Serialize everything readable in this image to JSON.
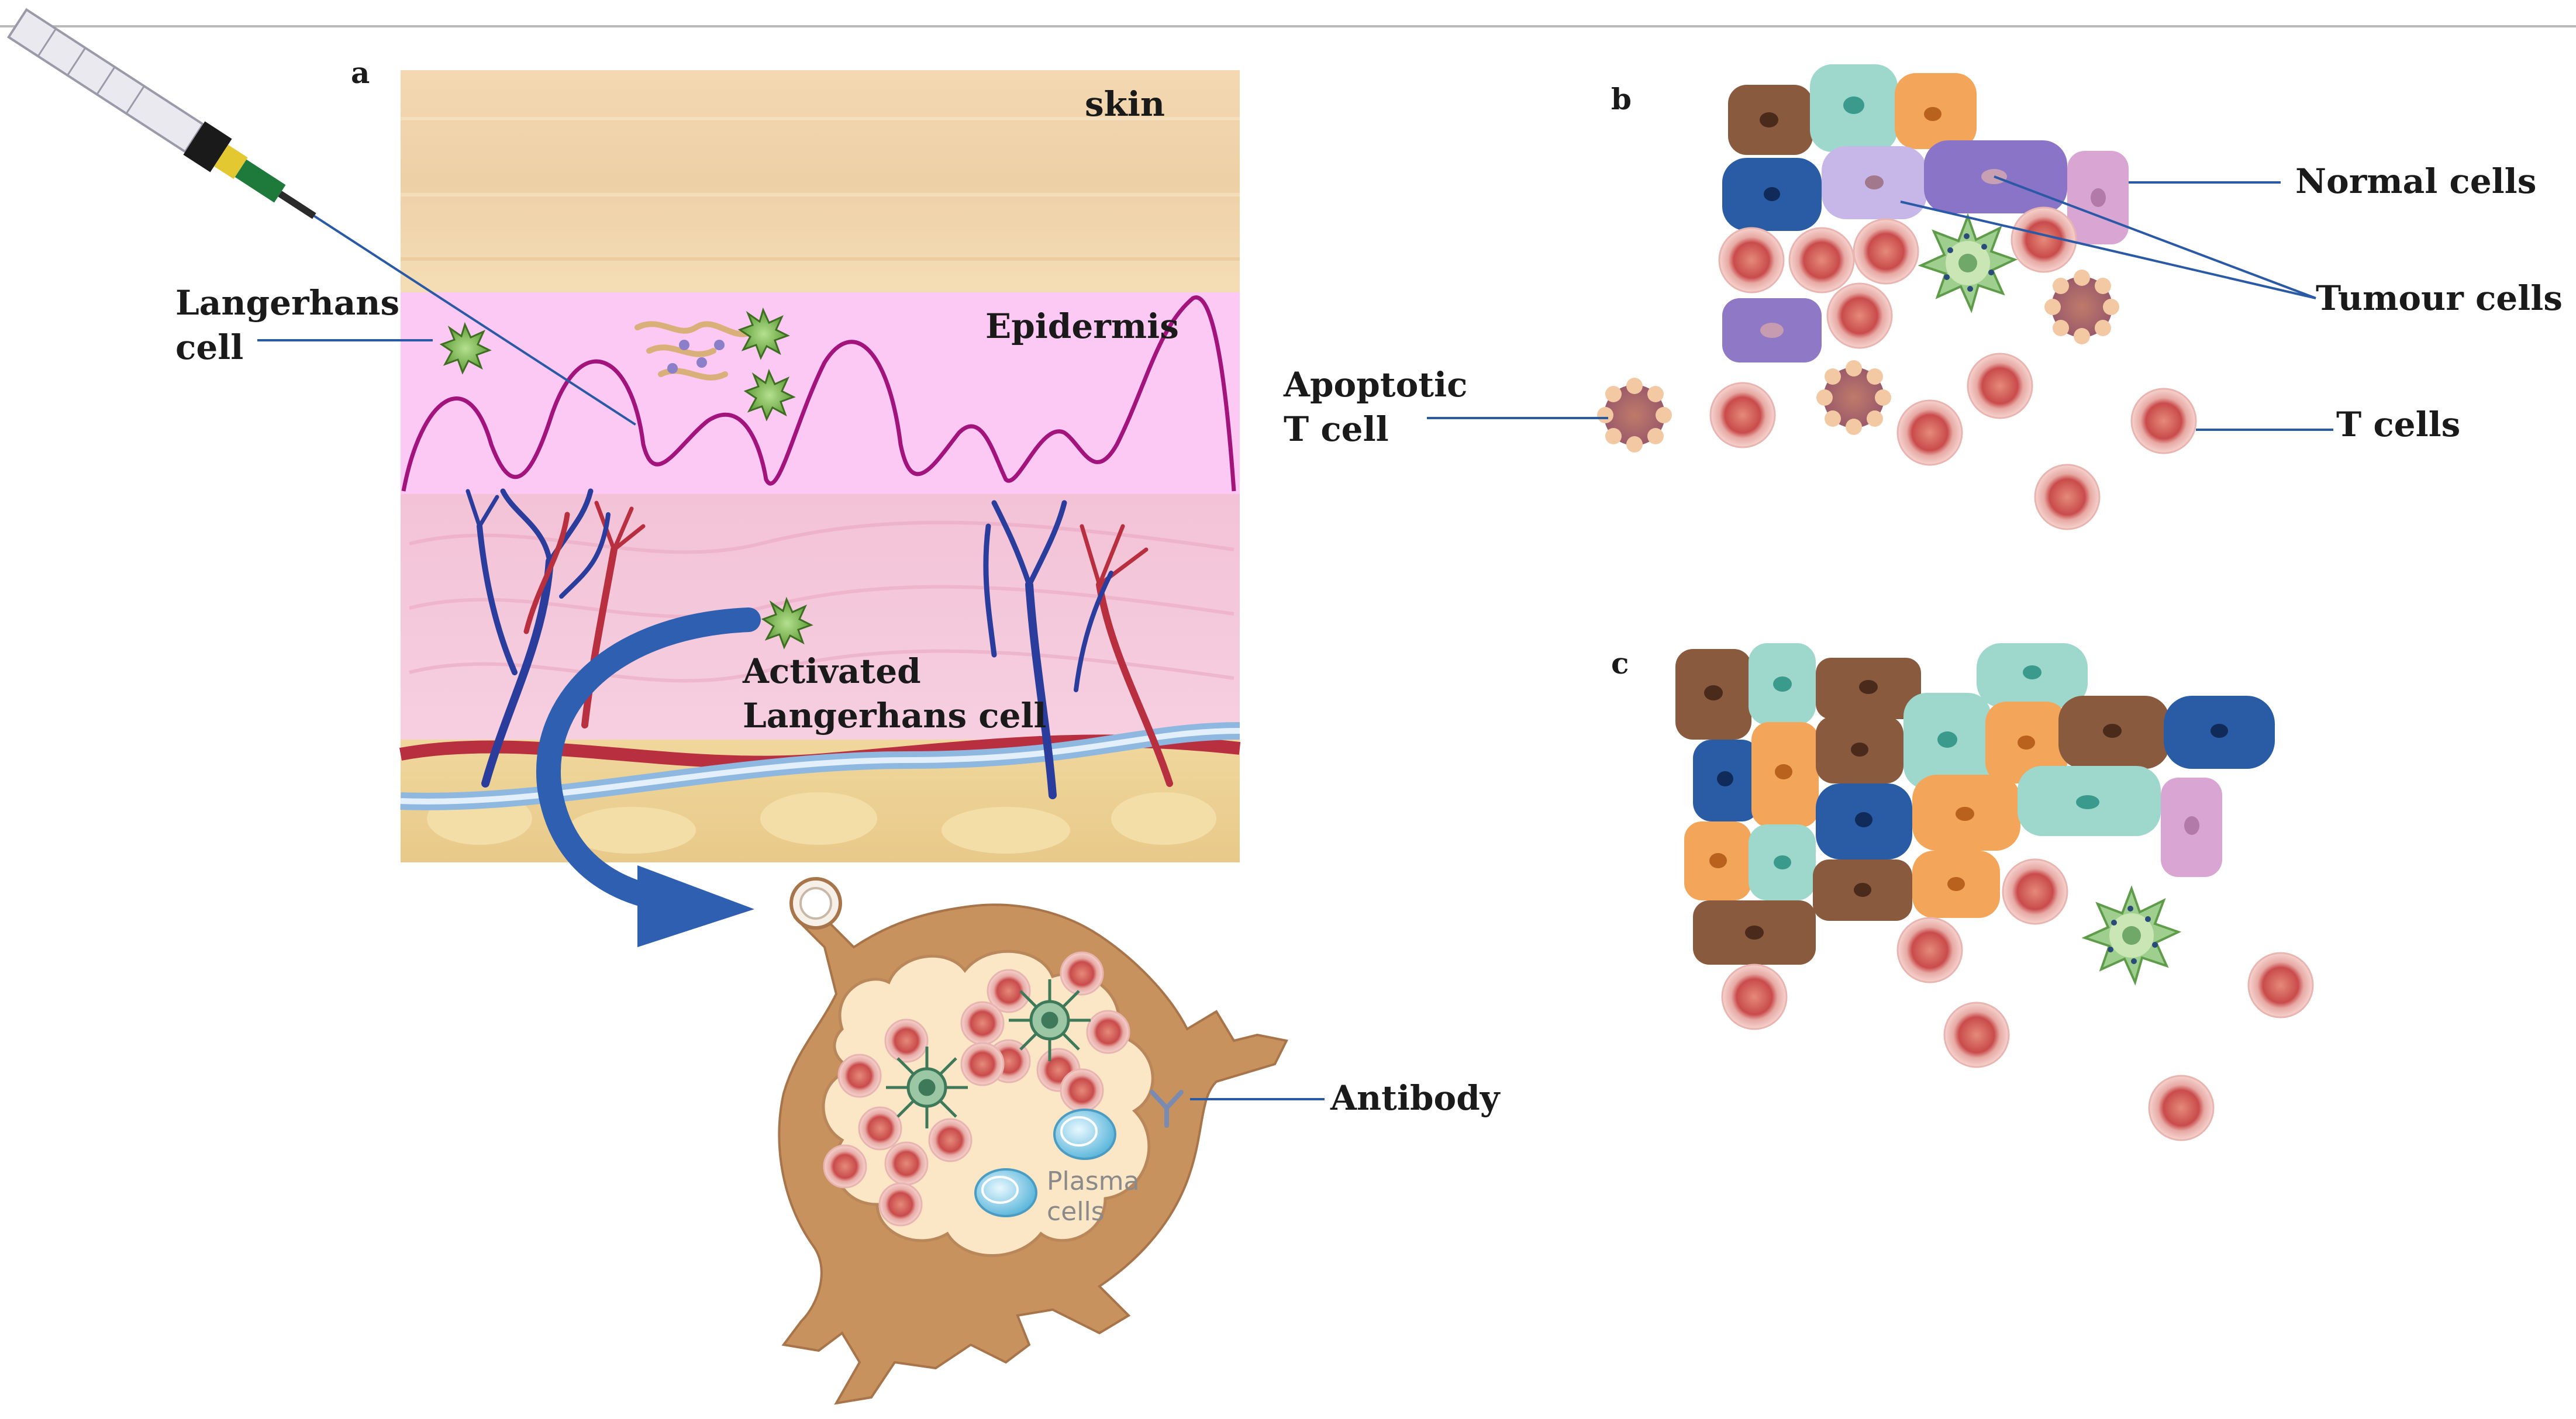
{
  "panels": {
    "a": "a",
    "b": "b",
    "c": "c"
  },
  "labels": {
    "skin": "skin",
    "epidermis": "Epidermis",
    "langerhans_line1": "Langerhans",
    "langerhans_line2": "cell",
    "activated_line1": "Activated",
    "activated_line2": "Langerhans cell",
    "antibody": "Antibody",
    "plasma_line1": "Plasma",
    "plasma_line2": "cells",
    "apoptotic_line1": "Apoptotic",
    "apoptotic_line2": "T cell",
    "normal_cells": "Normal cells",
    "tumour_cells": "Tumour cells",
    "t_cells": "T cells"
  },
  "colors": {
    "skin_top": "#f1d2a8",
    "epidermis": "#fcc6f4",
    "dermis": "#f6c7d8",
    "wave": "#a3137c",
    "vein": "#2a3d9c",
    "artery": "#b52a3a",
    "arrow": "#2f5fb0",
    "leader": "#2a5aa6",
    "node": "#c8925e",
    "node_inner": "#fbe6c6",
    "t_cell": "#c85555",
    "langerhans": "#7dbf4f"
  }
}
